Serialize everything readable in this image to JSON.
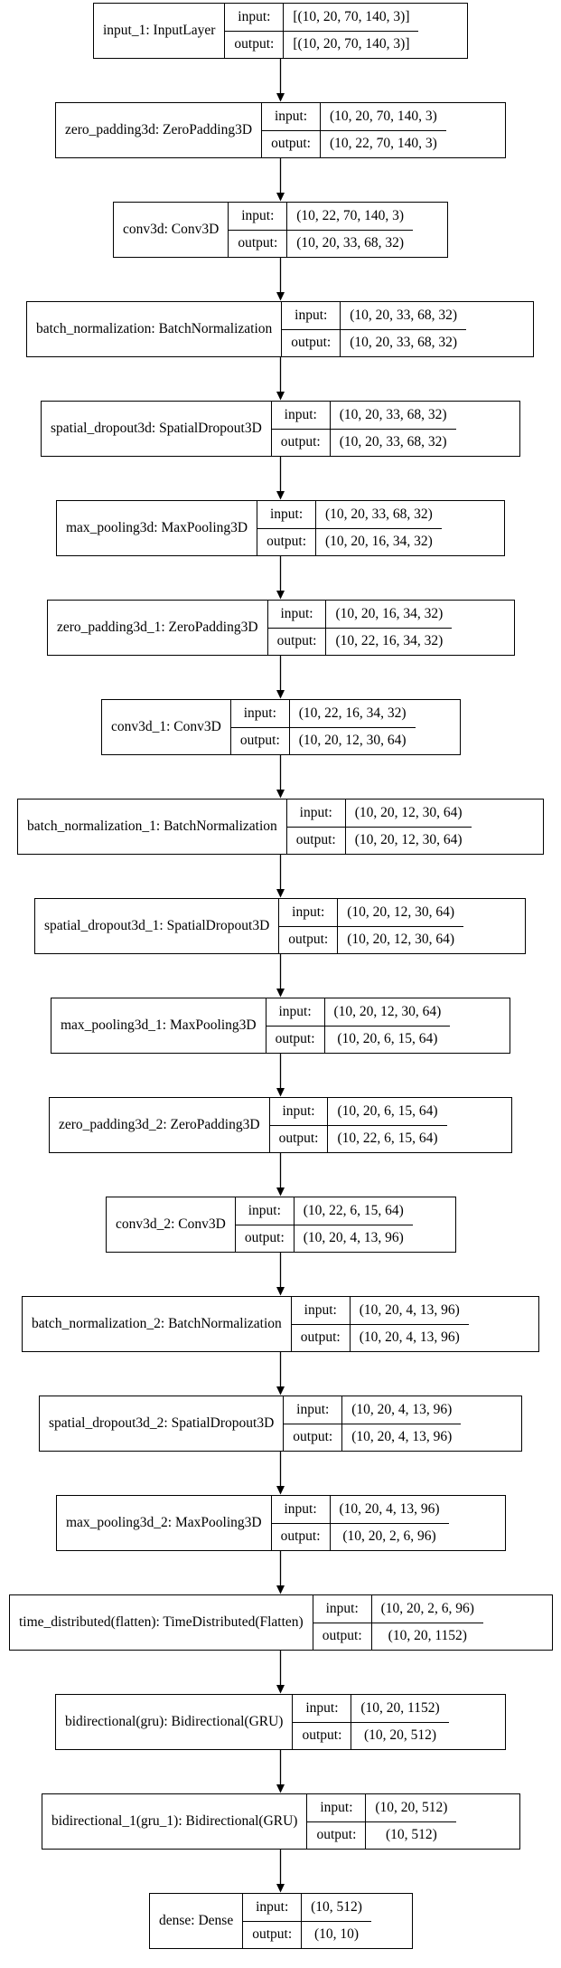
{
  "io_labels": {
    "input": "input:",
    "output": "output:"
  },
  "layers": [
    {
      "name": "input_1: InputLayer",
      "input": "[(10, 20, 70, 140, 3)]",
      "output": "[(10, 20, 70, 140, 3)]"
    },
    {
      "name": "zero_padding3d: ZeroPadding3D",
      "input": "(10, 20, 70, 140, 3)",
      "output": "(10, 22, 70, 140, 3)"
    },
    {
      "name": "conv3d: Conv3D",
      "input": "(10, 22, 70, 140, 3)",
      "output": "(10, 20, 33, 68, 32)"
    },
    {
      "name": "batch_normalization: BatchNormalization",
      "input": "(10, 20, 33, 68, 32)",
      "output": "(10, 20, 33, 68, 32)"
    },
    {
      "name": "spatial_dropout3d: SpatialDropout3D",
      "input": "(10, 20, 33, 68, 32)",
      "output": "(10, 20, 33, 68, 32)"
    },
    {
      "name": "max_pooling3d: MaxPooling3D",
      "input": "(10, 20, 33, 68, 32)",
      "output": "(10, 20, 16, 34, 32)"
    },
    {
      "name": "zero_padding3d_1: ZeroPadding3D",
      "input": "(10, 20, 16, 34, 32)",
      "output": "(10, 22, 16, 34, 32)"
    },
    {
      "name": "conv3d_1: Conv3D",
      "input": "(10, 22, 16, 34, 32)",
      "output": "(10, 20, 12, 30, 64)"
    },
    {
      "name": "batch_normalization_1: BatchNormalization",
      "input": "(10, 20, 12, 30, 64)",
      "output": "(10, 20, 12, 30, 64)"
    },
    {
      "name": "spatial_dropout3d_1: SpatialDropout3D",
      "input": "(10, 20, 12, 30, 64)",
      "output": "(10, 20, 12, 30, 64)"
    },
    {
      "name": "max_pooling3d_1: MaxPooling3D",
      "input": "(10, 20, 12, 30, 64)",
      "output": "(10, 20, 6, 15, 64)"
    },
    {
      "name": "zero_padding3d_2: ZeroPadding3D",
      "input": "(10, 20, 6, 15, 64)",
      "output": "(10, 22, 6, 15, 64)"
    },
    {
      "name": "conv3d_2: Conv3D",
      "input": "(10, 22, 6, 15, 64)",
      "output": "(10, 20, 4, 13, 96)"
    },
    {
      "name": "batch_normalization_2: BatchNormalization",
      "input": "(10, 20, 4, 13, 96)",
      "output": "(10, 20, 4, 13, 96)"
    },
    {
      "name": "spatial_dropout3d_2: SpatialDropout3D",
      "input": "(10, 20, 4, 13, 96)",
      "output": "(10, 20, 4, 13, 96)"
    },
    {
      "name": "max_pooling3d_2: MaxPooling3D",
      "input": "(10, 20, 4, 13, 96)",
      "output": "(10, 20, 2, 6, 96)"
    },
    {
      "name": "time_distributed(flatten): TimeDistributed(Flatten)",
      "input": "(10, 20, 2, 6, 96)",
      "output": "(10, 20, 1152)"
    },
    {
      "name": "bidirectional(gru): Bidirectional(GRU)",
      "input": "(10, 20, 1152)",
      "output": "(10, 20, 512)"
    },
    {
      "name": "bidirectional_1(gru_1): Bidirectional(GRU)",
      "input": "(10, 20, 512)",
      "output": "(10, 512)"
    },
    {
      "name": "dense: Dense",
      "input": "(10, 512)",
      "output": "(10, 10)"
    }
  ]
}
